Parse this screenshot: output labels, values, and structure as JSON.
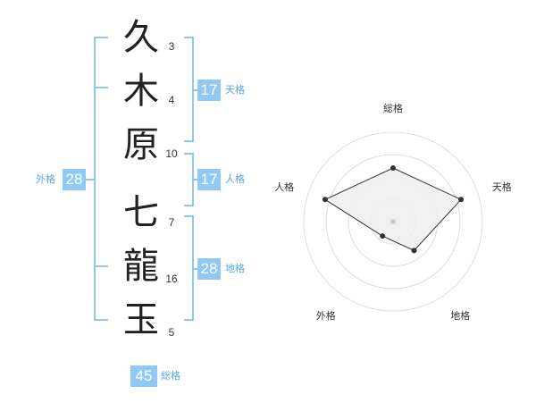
{
  "name": {
    "characters": [
      {
        "char": "久",
        "strokes": "3"
      },
      {
        "char": "木",
        "strokes": "4"
      },
      {
        "char": "原",
        "strokes": "10"
      },
      {
        "char": "七",
        "strokes": "7"
      },
      {
        "char": "龍",
        "strokes": "16"
      },
      {
        "char": "玉",
        "strokes": "5"
      }
    ]
  },
  "fortunes": {
    "tenkaku": {
      "label": "天格",
      "value": "17"
    },
    "jinkaku": {
      "label": "人格",
      "value": "17"
    },
    "chikaku": {
      "label": "地格",
      "value": "28"
    },
    "gaikaku": {
      "label": "外格",
      "value": "28"
    },
    "soukaku": {
      "label": "総格",
      "value": "45"
    }
  },
  "chart_data": {
    "type": "radar",
    "axes": [
      "総格",
      "天格",
      "地格",
      "外格",
      "人格"
    ],
    "levels": 4,
    "values": [
      3,
      4,
      2,
      1,
      4
    ],
    "max": 5,
    "colors": {
      "fill": "#efefef",
      "line": "#333333",
      "grid": "#dddddd",
      "dot": "#333333",
      "center": "#cccccc"
    }
  },
  "colors": {
    "accent": "#90c9f6",
    "accent_text": "#5aa7e0",
    "bracket": "#8fc6f3"
  }
}
